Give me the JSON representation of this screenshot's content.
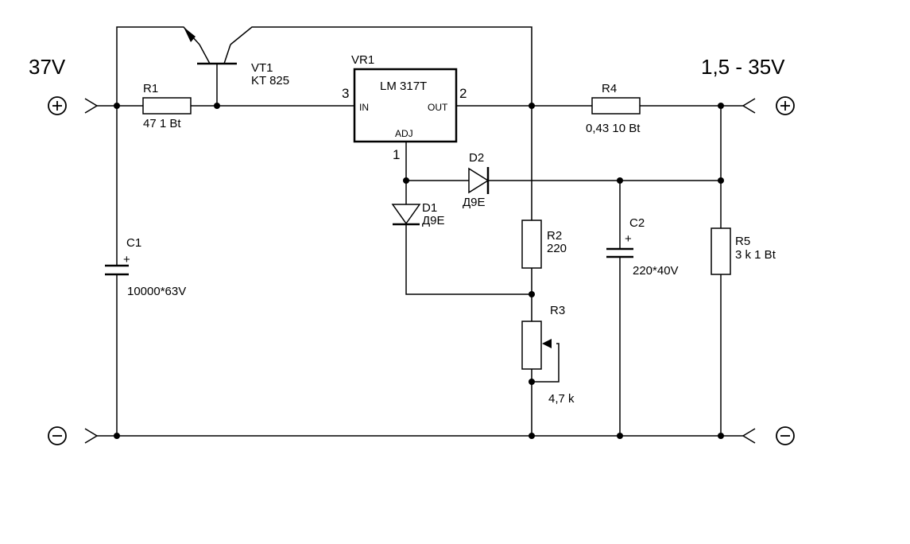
{
  "input_voltage": "37V",
  "output_voltage": "1,5 - 35V",
  "terminals": {
    "plus": "⊕",
    "minus": "⊖"
  },
  "components": {
    "r1": {
      "ref": "R1",
      "value": "47  1 Bt"
    },
    "vt1": {
      "ref": "VT1",
      "value": "KT 825"
    },
    "vr1": {
      "ref": "VR1",
      "name": "LM 317T",
      "pin_in": "IN",
      "pin_out": "OUT",
      "pin_adj": "ADJ",
      "pin_in_num": "3",
      "pin_out_num": "2",
      "pin_adj_num": "1"
    },
    "r4": {
      "ref": "R4",
      "value": "0,43 10 Bt"
    },
    "d1": {
      "ref": "D1",
      "value": "Д9Е"
    },
    "d2": {
      "ref": "D2",
      "value": "Д9Е"
    },
    "c1": {
      "ref": "C1",
      "value": "10000*63V",
      "polarity": "+"
    },
    "c2": {
      "ref": "C2",
      "value": "220*40V",
      "polarity": "+"
    },
    "r2": {
      "ref": "R2",
      "value": "220"
    },
    "r3": {
      "ref": "R3",
      "value": "4,7 k"
    },
    "r5": {
      "ref": "R5",
      "value": "3 k 1 Bt"
    }
  }
}
